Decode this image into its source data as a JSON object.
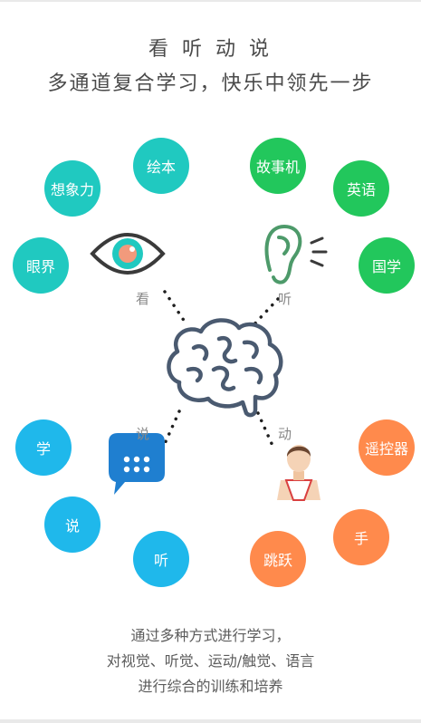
{
  "header": {
    "title": "看 听 动 说",
    "subtitle": "多通道复合学习，快乐中领先一步"
  },
  "bubbles": {
    "eye": [
      "绘本",
      "想象力",
      "眼界"
    ],
    "ear": [
      "故事机",
      "英语",
      "国学"
    ],
    "speak": [
      "学",
      "说",
      "听"
    ],
    "move": [
      "遥控器",
      "手",
      "跳跃"
    ]
  },
  "labels": {
    "see": "看",
    "hear": "听",
    "speak": "说",
    "move": "动"
  },
  "footer": {
    "line1": "通过多种方式进行学习，",
    "line2": "对视觉、听觉、运动/触觉、语言",
    "line3": "进行综合的训练和培养"
  },
  "colors": {
    "teal": "#20c9c0",
    "green": "#22c75c",
    "blue": "#1fb8eb",
    "orange": "#ff8a4c",
    "icon": "#4a5a70"
  }
}
